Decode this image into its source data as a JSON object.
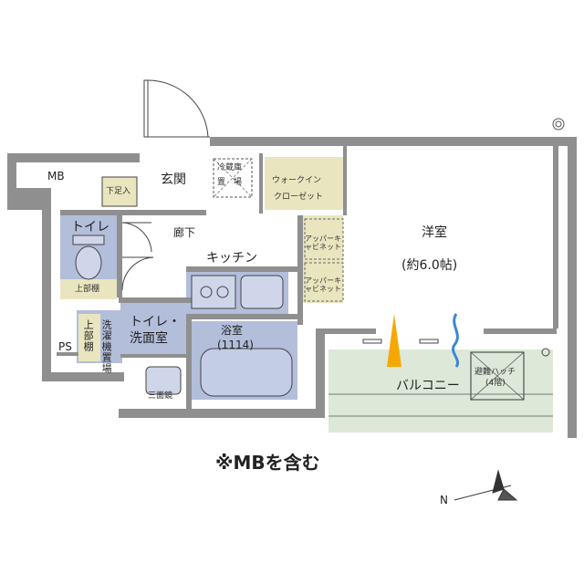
{
  "labels": {
    "mb": "MB",
    "ps": "PS",
    "genkan": "玄関",
    "geta": "下足入",
    "fridge_1": "冷蔵庫",
    "fridge_2": "置　場",
    "walkin_1": "ウォークイン",
    "walkin_2": "クローゼット",
    "corridor": "廊下",
    "toilet": "トイレ",
    "upper_shelf": "上部棚",
    "kitchen": "キッチン",
    "upper_cab_1": "アッパーキャビネット",
    "upper_cab_2": "アッパーキャビネット",
    "youshitsu": "洋室",
    "youshitsu_size": "(約6.0帖)",
    "laundry_shelf": "上部棚",
    "laundry_space": "洗濯機置場",
    "toilet_wash_1": "トイレ・",
    "toilet_wash_2": "洗面室",
    "mirror": "三面鏡",
    "bath": "浴室",
    "bath_size": "(1114)",
    "balcony": "バルコニー",
    "hatch_1": "避難ハッチ",
    "hatch_2": "(4階)",
    "note": "※MBを含む",
    "north": "N"
  },
  "colors": {
    "wall": "#8f8f8f",
    "wet_area": "#b3bedb",
    "shelf": "#e9e6bf",
    "balcony": "#dde8d8",
    "yellow_arrow": "#f6a800",
    "blue_arrow": "#3d86d8"
  }
}
